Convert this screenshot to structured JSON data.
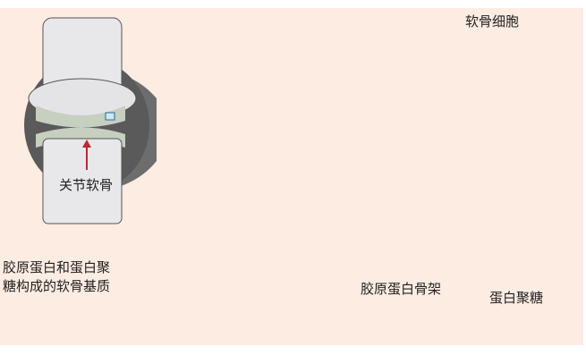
{
  "labels": {
    "chondrocyte": "软骨细胞",
    "articular_cartilage": "关节软骨",
    "matrix_line1": "胶原蛋白和蛋白聚",
    "matrix_line2": "糖构成的软骨基质",
    "collagen_scaffold": "胶原蛋白骨架",
    "proteoglycan": "蛋白聚糖"
  },
  "colors": {
    "background": "#fdece2",
    "collagen": "#f4bfd8",
    "proteoglycan": "#5b2a86",
    "arrow": "#c0282d",
    "fiber": "#2d6b96",
    "cell_outer": "#f7e04a",
    "cell_inner": "#f5a66a"
  }
}
